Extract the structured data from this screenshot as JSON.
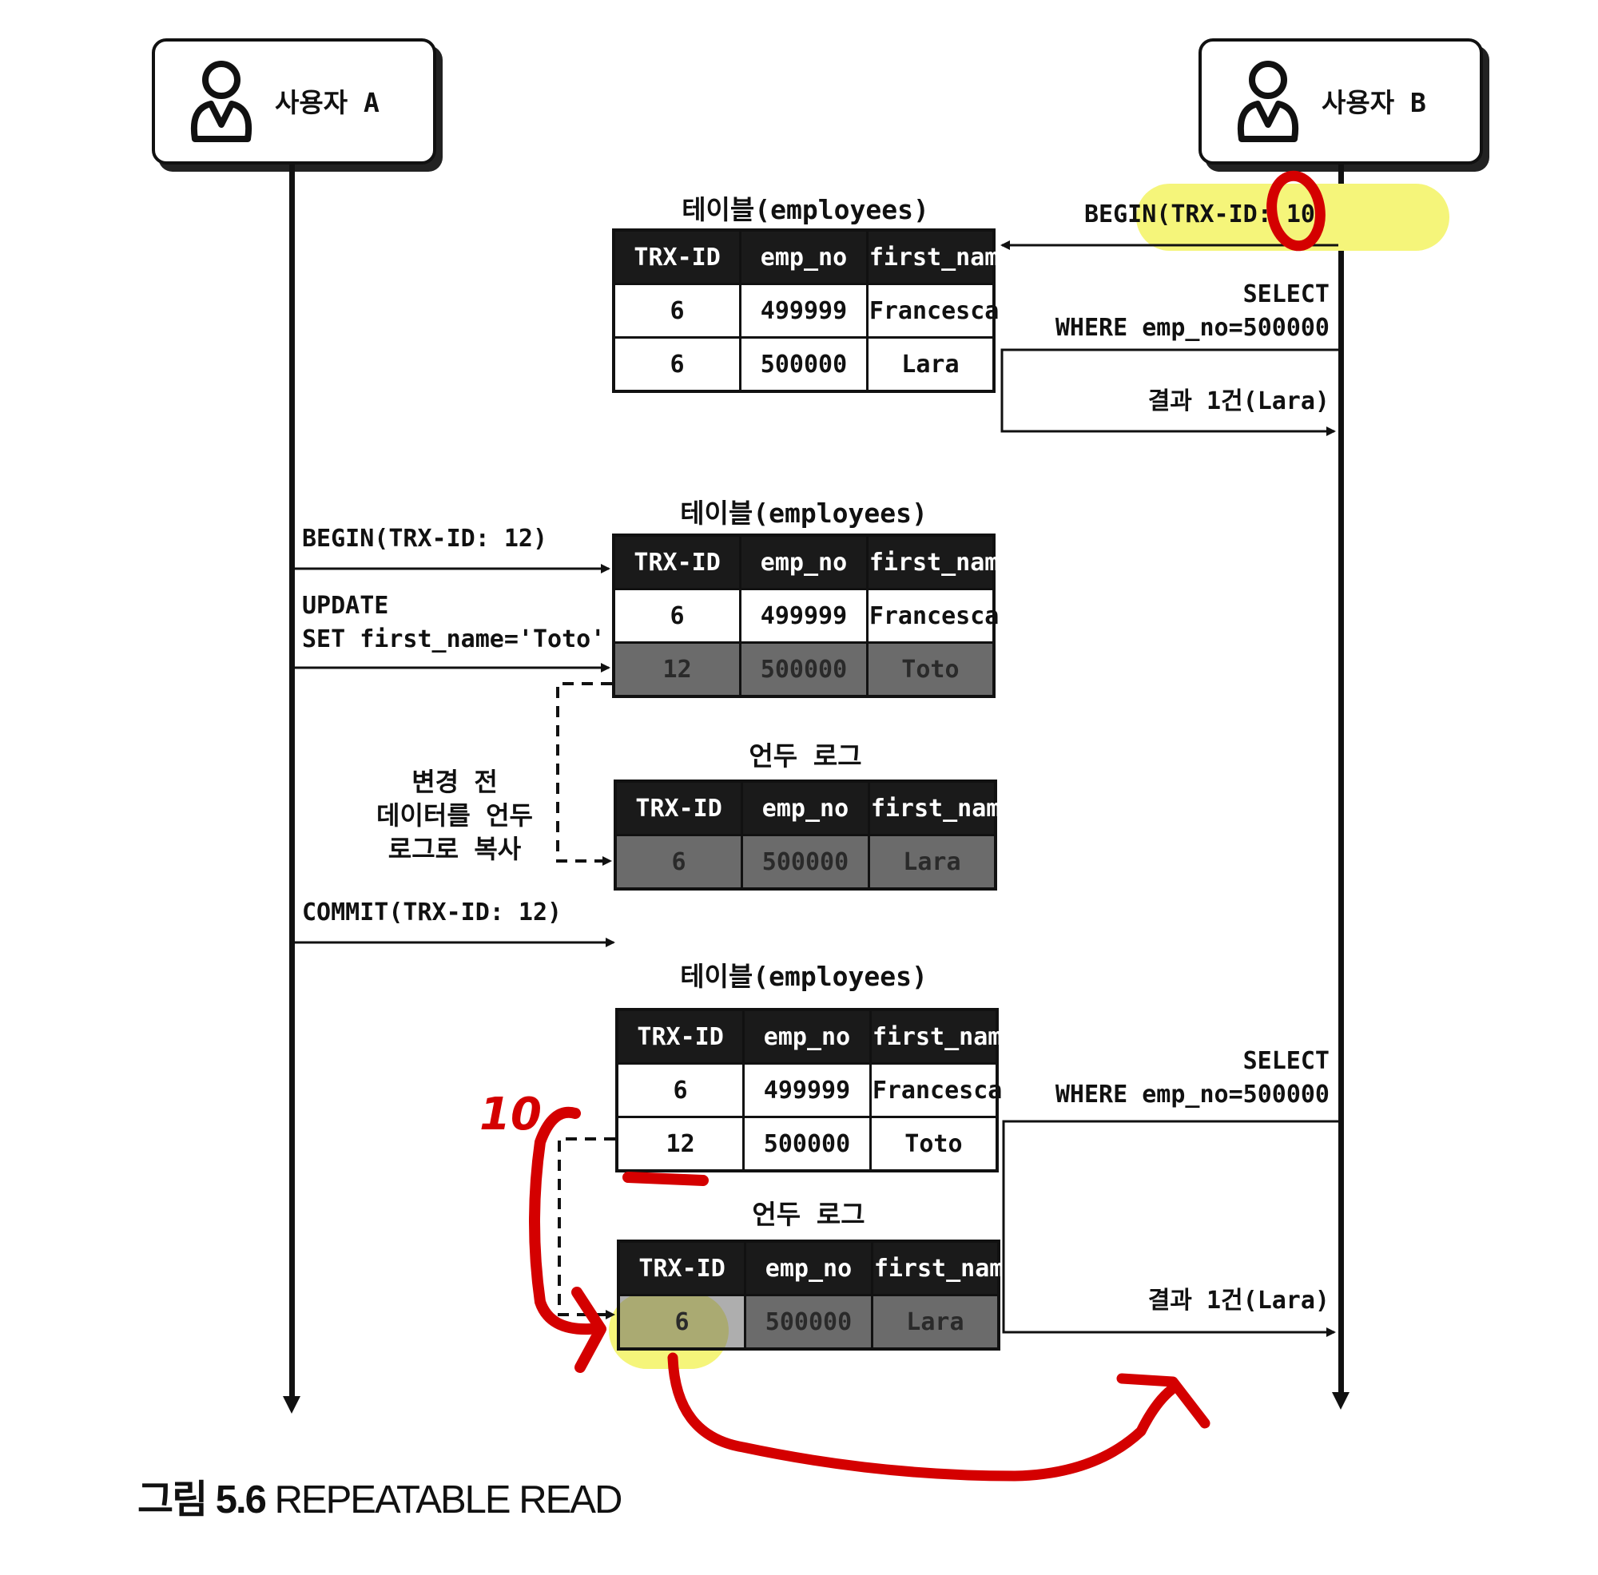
{
  "actors": {
    "a": {
      "label": "사용자 A"
    },
    "b": {
      "label": "사용자 B"
    }
  },
  "table_caption": "테이블(employees)",
  "undo_caption": "언두 로그",
  "columns": [
    "TRX-ID",
    "emp_no",
    "first_name"
  ],
  "step1": {
    "begin": "BEGIN(TRX-ID: 10)",
    "rows": [
      [
        "6",
        "499999",
        "Francesca"
      ],
      [
        "6",
        "500000",
        "Lara"
      ]
    ],
    "select": "SELECT\nWHERE emp_no=500000",
    "result": "결과 1건(Lara)"
  },
  "step2": {
    "begin": "BEGIN(TRX-ID: 12)",
    "update": "UPDATE\nSET first_name='Toto'",
    "rows": [
      [
        "6",
        "499999",
        "Francesca"
      ],
      [
        "12",
        "500000",
        "Toto"
      ]
    ],
    "undo_rows": [
      [
        "6",
        "500000",
        "Lara"
      ]
    ],
    "copy_note": "변경 전\n데이터를 언두\n로그로 복사",
    "commit": "COMMIT(TRX-ID: 12)"
  },
  "step3": {
    "rows": [
      [
        "6",
        "499999",
        "Francesca"
      ],
      [
        "12",
        "500000",
        "Toto"
      ]
    ],
    "undo_rows": [
      [
        "6",
        "500000",
        "Lara"
      ]
    ],
    "select": "SELECT\nWHERE emp_no=500000",
    "result": "결과 1건(Lara)"
  },
  "annotation": {
    "handwritten_number": "10"
  },
  "caption": {
    "prefix": "그림 5.6",
    "title": "REPEATABLE READ"
  },
  "colors": {
    "highlight": "#f5f57a",
    "ink": "#d40000"
  }
}
